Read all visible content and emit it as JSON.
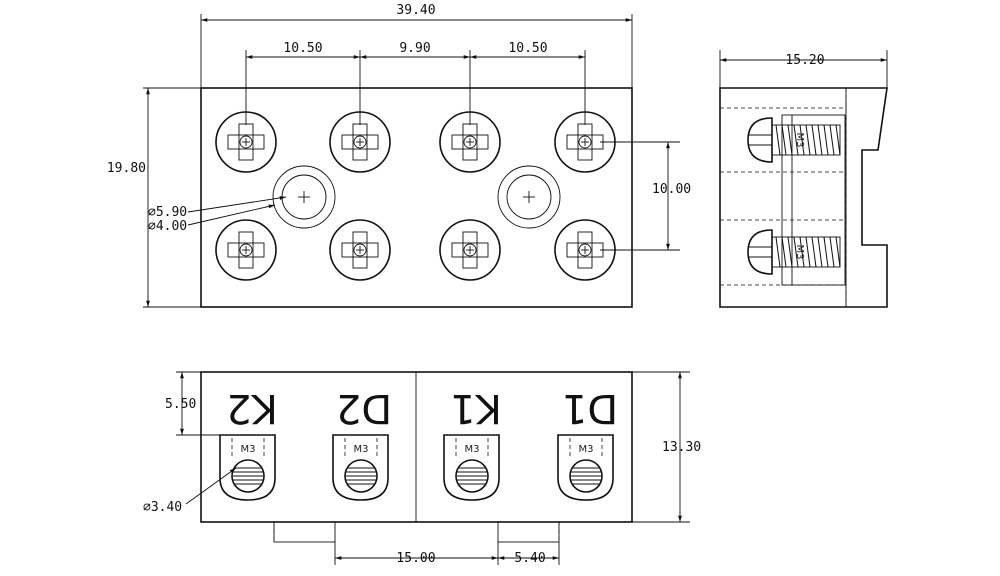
{
  "dimensions": {
    "overall_width": "39.40",
    "pitch_left": "10.50",
    "pitch_mid": "9.90",
    "pitch_right": "10.50",
    "height": "19.80",
    "row_spacing": "10.00",
    "counterbore_dia": "⌀5.90",
    "hole_dia": "⌀4.00",
    "depth": "15.20",
    "front_height": "13.30",
    "top_offset": "5.50",
    "screw_hole_dia": "⌀3.40",
    "foot_spacing": "15.00",
    "foot_width": "5.40"
  },
  "terminals": {
    "labels": [
      "K2",
      "D2",
      "K1",
      "D1"
    ],
    "screw_size": "M3"
  }
}
